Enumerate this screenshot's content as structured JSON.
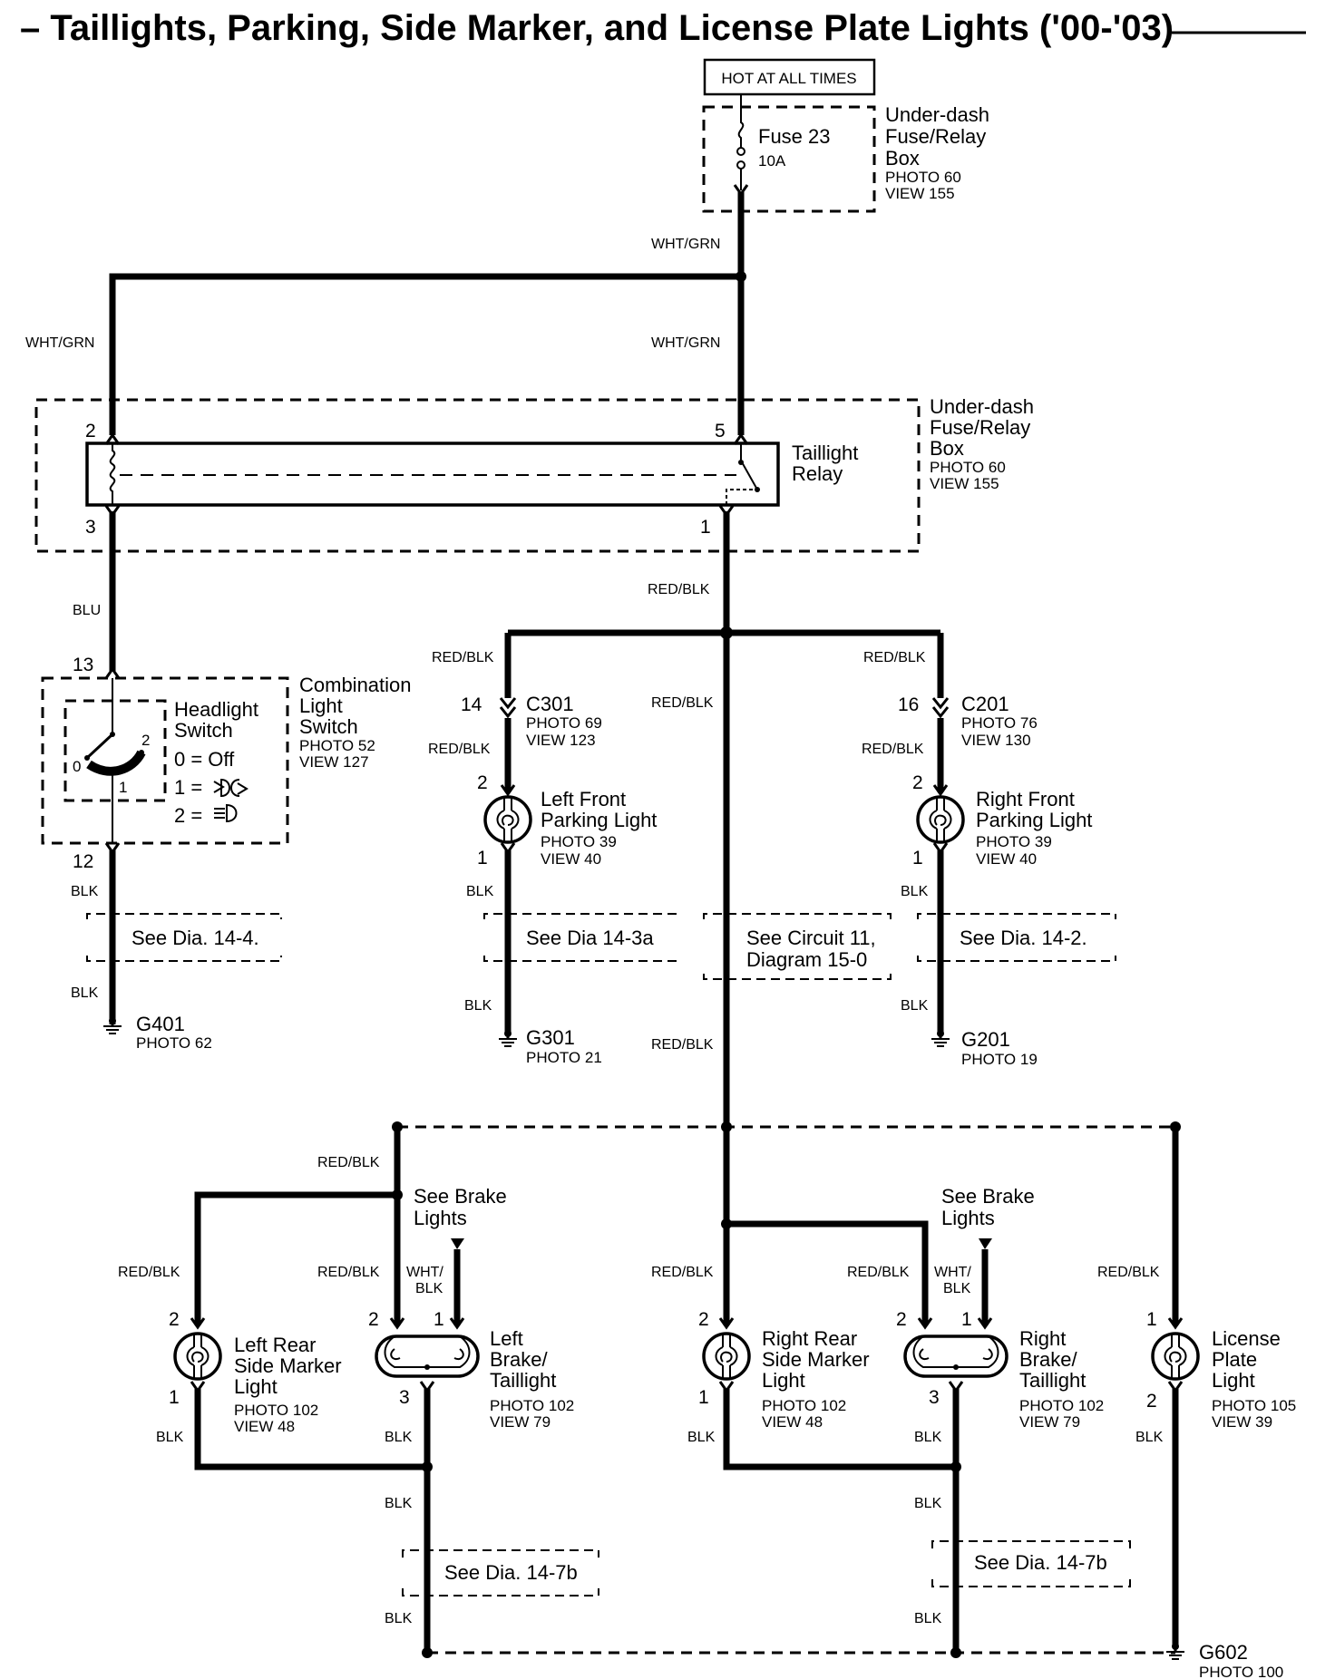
{
  "title": "– Taillights, Parking, Side Marker, and License Plate Lights ('00-'03)",
  "hot_label": "HOT AT ALL TIMES",
  "fuse_box_top": {
    "name": [
      "Under-dash",
      "Fuse/Relay",
      "Box"
    ],
    "photo": "PHOTO 60",
    "view": "VIEW 155"
  },
  "fuse": {
    "name": "Fuse 23",
    "rating": "10A"
  },
  "relay_box": {
    "name": [
      "Under-dash",
      "Fuse/Relay",
      "Box"
    ],
    "photo": "PHOTO 60",
    "view": "VIEW 155"
  },
  "relay": {
    "name": [
      "Taillight",
      "Relay"
    ],
    "pins": {
      "p2": "2",
      "p5": "5",
      "p3": "3",
      "p1": "1"
    }
  },
  "combo_switch": {
    "name": [
      "Combination",
      "Light",
      "Switch"
    ],
    "photo": "PHOTO 52",
    "view": "VIEW 127",
    "headlight": [
      "Headlight",
      "Switch"
    ],
    "positions": [
      "0 =  Off",
      "1 =",
      "2 ="
    ],
    "contact_labels": {
      "c0": "0",
      "c1": "1",
      "c2": "2"
    },
    "pins": {
      "top": "13",
      "bottom": "12"
    }
  },
  "wires": {
    "whtgrn": "WHT/GRN",
    "redblk": "RED/BLK",
    "blu": "BLU",
    "blk": "BLK",
    "whtblk": [
      "WHT/",
      "BLK"
    ]
  },
  "connectors": {
    "c301": {
      "pin": "14",
      "name": "C301",
      "photo": "PHOTO 69",
      "view": "VIEW 123"
    },
    "c201": {
      "pin": "16",
      "name": "C201",
      "photo": "PHOTO 76",
      "view": "VIEW 130"
    }
  },
  "lights": {
    "lf_parking": {
      "name": [
        "Left Front",
        "Parking Light"
      ],
      "photo": "PHOTO 39",
      "view": "VIEW 40",
      "pin_top": "2",
      "pin_bottom": "1"
    },
    "rf_parking": {
      "name": [
        "Right Front",
        "Parking Light"
      ],
      "photo": "PHOTO 39",
      "view": "VIEW 40",
      "pin_top": "2",
      "pin_bottom": "1"
    },
    "lr_marker": {
      "name": [
        "Left Rear",
        "Side Marker",
        "Light"
      ],
      "photo": "PHOTO 102",
      "view": "VIEW 48",
      "pin_top": "2",
      "pin_bottom": "1"
    },
    "l_brake": {
      "name": [
        "Left",
        "Brake/",
        "Taillight"
      ],
      "photo": "PHOTO 102",
      "view": "VIEW 79",
      "pin_a": "2",
      "pin_b": "1",
      "pin_c": "3"
    },
    "rr_marker": {
      "name": [
        "Right Rear",
        "Side Marker",
        "Light"
      ],
      "photo": "PHOTO 102",
      "view": "VIEW 48",
      "pin_top": "2",
      "pin_bottom": "1"
    },
    "r_brake": {
      "name": [
        "Right",
        "Brake/",
        "Taillight"
      ],
      "photo": "PHOTO 102",
      "view": "VIEW 79",
      "pin_a": "2",
      "pin_b": "1",
      "pin_c": "3"
    },
    "license": {
      "name": [
        "License",
        "Plate",
        "Light"
      ],
      "photo": "PHOTO 105",
      "view": "VIEW 39",
      "pin_top": "1",
      "pin_bottom": "2"
    }
  },
  "see_refs": {
    "dia_14_4": "See Dia.  14-4.",
    "dia_14_3a": "See Dia   14-3a",
    "circuit_11": [
      "See Circuit 11,",
      "Diagram 15-0"
    ],
    "dia_14_2": "See Dia.  14-2.",
    "dia_14_7b_left": "See Dia.  14-7b",
    "dia_14_7b_right": "See Dia.  14-7b",
    "brake_left": [
      "See Brake",
      "Lights"
    ],
    "brake_right": [
      "See Brake",
      "Lights"
    ]
  },
  "grounds": {
    "g401": {
      "name": "G401",
      "photo": "PHOTO 62"
    },
    "g301": {
      "name": "G301",
      "photo": "PHOTO 21"
    },
    "g201": {
      "name": "G201",
      "photo": "PHOTO 19"
    },
    "g602": {
      "name": "G602",
      "photo": "PHOTO 100"
    }
  }
}
